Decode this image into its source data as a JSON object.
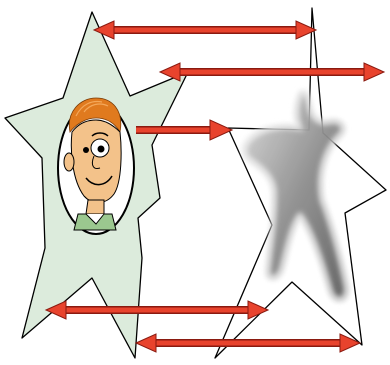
{
  "diagram": {
    "colors": {
      "left_star_fill": "#dcebdc",
      "outline": "#000000",
      "arrow": "#e8432d",
      "arrow_outline": "#8a1a10",
      "right_star_fill": "#ffffff",
      "shadow_star": "#8c8c8c",
      "portrait_oval_fill": "#ffffff",
      "hair": "#e07a1e",
      "skin": "#f3c28a"
    },
    "left_shape": "star-with-cartoon-portrait",
    "right_shape": "star-with-grey-3d-shadow-star",
    "connector_icon": "double-headed-arrow"
  }
}
